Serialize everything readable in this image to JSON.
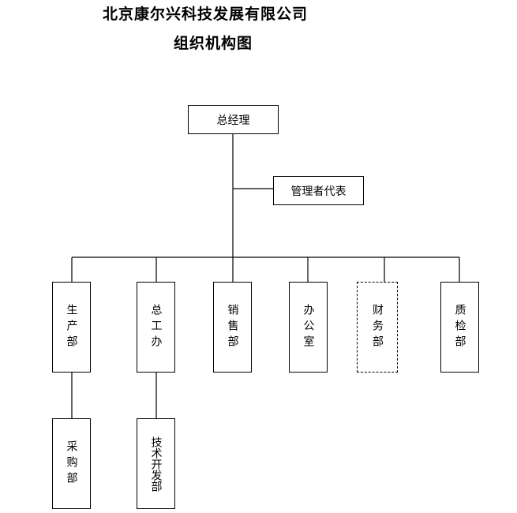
{
  "header": {
    "company": "北京康尔兴科技发展有限公司",
    "title": "组织机构图"
  },
  "nodes": {
    "general_manager": "总经理",
    "management_rep": "管理者代表",
    "production": "生产部",
    "chief_engineer_office": "总工办",
    "sales": "销售部",
    "office": "办公室",
    "finance": "财务部",
    "quality": "质检部",
    "procurement": "采购部",
    "tech_dev": "技术开发部"
  }
}
